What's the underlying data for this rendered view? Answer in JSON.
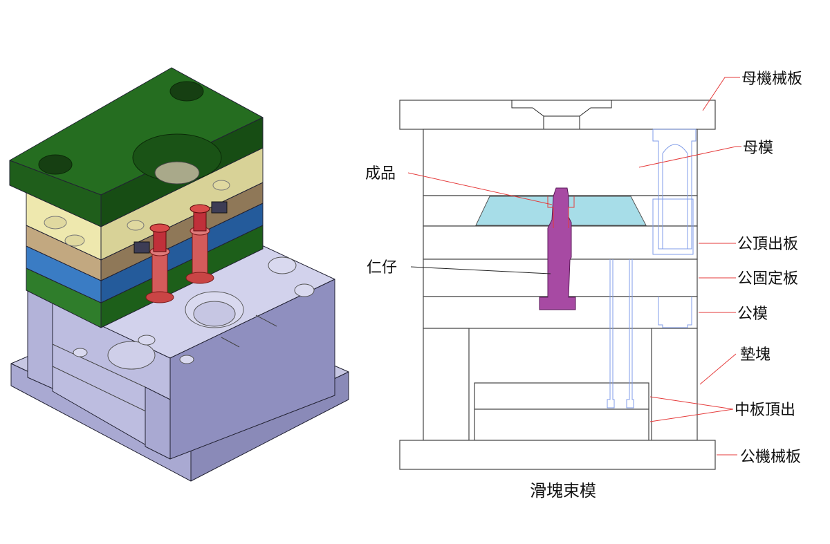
{
  "colors": {
    "plate_green": "#1f6b1a",
    "cavity_yellow": "#e9e4a4",
    "ejector_tan": "#b99e76",
    "retainer_blue": "#2f6fb7",
    "core_green": "#2e7a2a",
    "base_lavender": "#b9b9dc",
    "part_cyan": "#a7dde8",
    "insert_magenta": "#a74aa3",
    "leader_red": "#e53a3a",
    "guide_blue": "#7f9be8"
  },
  "diagram": {
    "caption": "滑塊束模",
    "labels": {
      "top_clamp_plate": "母機械板",
      "cavity_plate": "母模",
      "product": "成品",
      "ejector_plate": "公頂出板",
      "core_retainer_plate": "公固定板",
      "core_plate": "公模",
      "insert": "仁仔",
      "spacer_block": "墊塊",
      "middle_ejector": "中板頂出",
      "bottom_clamp_plate": "公機械板"
    }
  }
}
